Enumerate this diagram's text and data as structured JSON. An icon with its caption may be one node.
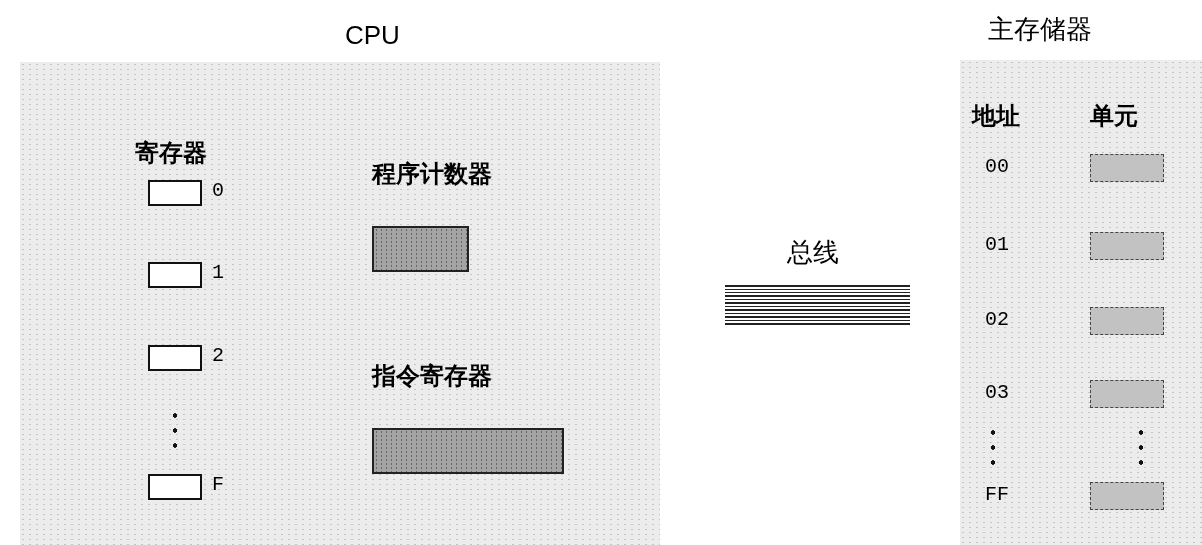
{
  "diagram": {
    "nodes": [
      {
        "text": [
          "CPU"
        ]
      },
      {
        "text": [],
        "shape": "box",
        "in": 0,
        "beside": [
          "0"
        ]
      },
      {
        "text": [],
        "shape": "box",
        "in": 0,
        "beside": [
          "1"
        ]
      },
      {
        "text": [],
        "shape": "box",
        "in": 0,
        "beside": [
          "2"
        ]
      },
      {
        "text": [],
        "shape": "box",
        "in": 0,
        "beside": [
          "F"
        ]
      },
      {
        "text": [
          "程序计数器"
        ],
        "in": 0
      },
      {
        "text": [
          "指令寄存器"
        ],
        "in": 0
      },
      {
        "text": [
          "总线"
        ]
      },
      {
        "text": [
          "主存储器"
        ]
      },
      {
        "text": [],
        "shape": "box",
        "in": 8
      },
      {
        "text": [],
        "shape": "box",
        "in": 8
      },
      {
        "text": [],
        "shape": "box",
        "in": 8
      },
      {
        "text": [],
        "shape": "box",
        "in": 8
      },
      {
        "text": [],
        "shape": "box",
        "in": 8
      }
    ],
    "edges": [],
    "labels": [
      "寄存器",
      "地址",
      "单元",
      "00",
      "01",
      "02",
      "03",
      "FF"
    ]
  }
}
